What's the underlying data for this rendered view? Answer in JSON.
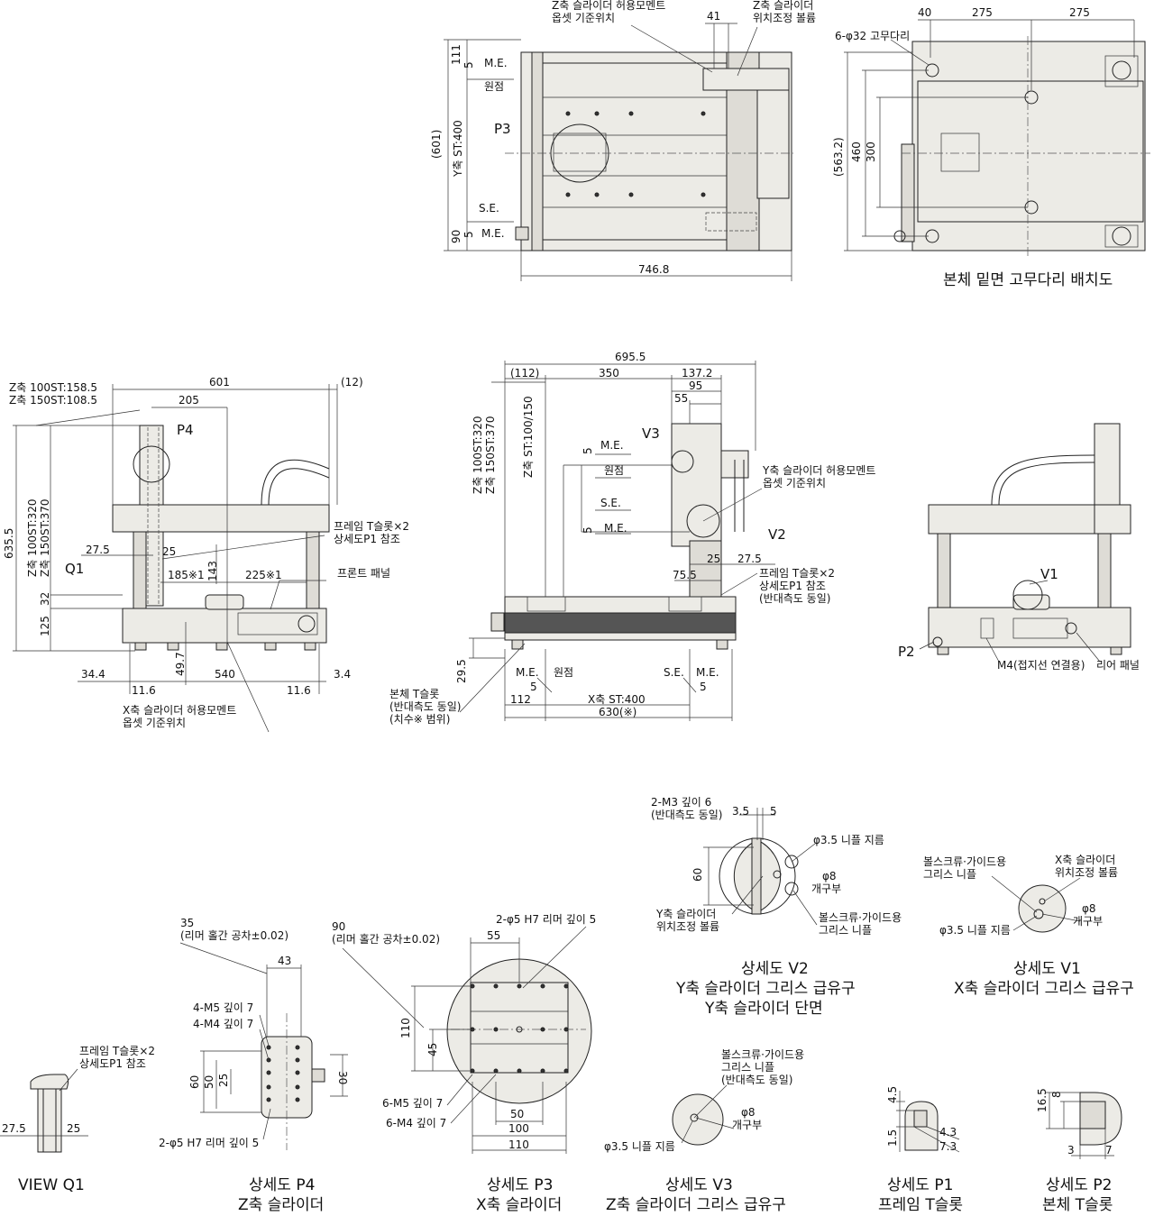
{
  "top_view": {
    "callout_z_moment": [
      "Z축 슬라이더 허용모멘트",
      "옵셋 기준위치"
    ],
    "callout_z_adjust": [
      "Z축 슬라이더",
      "위치조정 볼륨"
    ],
    "dim_41": "41",
    "dim_111": "111",
    "dim_5a": "5",
    "dim_5b": "5",
    "dim_90": "90",
    "dim_601": "(601)",
    "y_stroke": "Y축 ST:400",
    "me": "M.E.",
    "origin": "원점",
    "se": "S.E.",
    "p3": "P3",
    "width_746": "746.8"
  },
  "bottom_view": {
    "rubber_feet": "6-φ32 고무다리",
    "dim_40": "40",
    "dim_275a": "275",
    "dim_275b": "275",
    "dim_563": "(563.2)",
    "dim_460": "460",
    "dim_300": "300",
    "caption": "본체 밑면 고무다리 배치도"
  },
  "side_view": {
    "z100": "Z축 100ST:158.5",
    "z150": "Z축 150ST:108.5",
    "dim_601": "601",
    "dim_12": "(12)",
    "dim_205": "205",
    "p4": "P4",
    "dim_635": "635.5",
    "z_st": [
      "Z축 100ST:320",
      "Z축 150ST:370"
    ],
    "tslot": [
      "프레임 T슬롯×2",
      "상세도P1 참조"
    ],
    "dim_27_5": "27.5",
    "dim_25": "25",
    "q1": "Q1",
    "dim_143": "143",
    "dim_185": "185※1",
    "dim_225": "225※1",
    "front_panel": "프론트 패널",
    "dim_32": "32",
    "dim_125": "125",
    "dim_49_7": "49.7",
    "dim_34_4": "34.4",
    "dim_540": "540",
    "dim_3_4": "3.4",
    "dim_11_6a": "11.6",
    "dim_11_6b": "11.6",
    "x_moment": [
      "X축 슬라이더 허용모멘트",
      "옵셋 기준위치"
    ]
  },
  "front_view": {
    "dim_695": "695.5",
    "dim_112p": "(112)",
    "dim_350": "350",
    "dim_137": "137.2",
    "dim_95": "95",
    "dim_55": "55",
    "z_st_a": "Z축 100ST:320",
    "z_st_b": "Z축 150ST:370",
    "z_stroke": "Z축 ST:100/150",
    "me": "M.E.",
    "origin": "원점",
    "se": "S.E.",
    "me2": "M.E.",
    "dim_5a": "5",
    "dim_5b": "5",
    "v3": "V3",
    "v2": "V2",
    "y_moment": [
      "Y축 슬라이더 허용모멘트",
      "옵셋 기준위치"
    ],
    "dim_25": "25",
    "dim_27_5": "27.5",
    "dim_75_5": "75.5",
    "tslot": [
      "프레임 T슬롯×2",
      "상세도P1 참조",
      "(반대측도 동일)"
    ],
    "dim_29_5": "29.5",
    "body_tslot": [
      "본체 T슬롯",
      "(반대측도 동일)",
      "(치수※ 범위)"
    ],
    "me_b": "M.E.",
    "origin_b": "원점",
    "se_b": "S.E.",
    "me_b2": "M.E.",
    "dim_5c": "5",
    "dim_5d": "5",
    "dim_112": "112",
    "x_stroke": "X축 ST:400",
    "dim_630": "630(※)"
  },
  "rear_view": {
    "v1": "V1",
    "p2": "P2",
    "m4": "M4(접지선 연결용)",
    "rear_panel": "리어 패널"
  },
  "detail_v2": {
    "m3": [
      "2-M3 깊이 6",
      "(반대측도 동일)"
    ],
    "dim_3_5": "3.5",
    "dim_5": "5",
    "dim_60": "60",
    "nipple": "φ3.5 니플 지름",
    "phi8": "φ8",
    "opening": "개구부",
    "ball": [
      "볼스크류·가이드용",
      "그리스 니플"
    ],
    "y_adjust": [
      "Y축 슬라이더",
      "위치조정 볼륨"
    ],
    "caption": [
      "상세도 V2",
      "Y축 슬라이더 그리스 급유구",
      "Y축 슬라이더 단면"
    ]
  },
  "detail_v1": {
    "ball": [
      "볼스크류·가이드용",
      "그리스 니플"
    ],
    "x_adjust": [
      "X축 슬라이더",
      "위치조정 볼륨"
    ],
    "phi8": "φ8",
    "opening": "개구부",
    "nipple": "φ3.5 니플 지름",
    "caption": [
      "상세도 V1",
      "X축 슬라이더 그리스 급유구"
    ]
  },
  "detail_q1": {
    "tslot": [
      "프레임 T슬롯×2",
      "상세도P1 참조"
    ],
    "dim_27_5": "27.5",
    "dim_25": "25",
    "caption": "VIEW Q1"
  },
  "detail_p4": {
    "note35": [
      "35",
      "(리머 홀간 공차±0.02)"
    ],
    "dim_43": "43",
    "m5": "4-M5 깊이 7",
    "m4": "4-M4 깊이 7",
    "dim_60": "60",
    "dim_50": "50",
    "dim_25": "25",
    "dim_30": "30",
    "reamer": "2-φ5 H7 리머 깊이 5",
    "caption": [
      "상세도 P4",
      "Z축 슬라이더"
    ]
  },
  "detail_p3": {
    "note90": [
      "90",
      "(리머 홀간 공차±0.02)"
    ],
    "reamer": "2-φ5 H7 리머 깊이 5",
    "dim_55": "55",
    "dim_110v": "110",
    "dim_45": "45",
    "m5": "6-M5 깊이 7",
    "m4": "6-M4 깊이 7",
    "dim_50": "50",
    "dim_100": "100",
    "dim_110h": "110",
    "caption": [
      "상세도 P3",
      "X축 슬라이더"
    ]
  },
  "detail_v3": {
    "ball": [
      "볼스크류·가이드용",
      "그리스 니플",
      "(반대측도 동일)"
    ],
    "phi8": "φ8",
    "opening": "개구부",
    "nipple": "φ3.5 니플 지름",
    "caption": [
      "상세도 V3",
      "Z축 슬라이더 그리스 급유구"
    ]
  },
  "detail_p1": {
    "dim_4_5": "4.5",
    "dim_1_5": "1.5",
    "dim_4_3": "4.3",
    "dim_7_3": "7.3",
    "caption": [
      "상세도 P1",
      "프레임 T슬롯"
    ]
  },
  "detail_p2": {
    "dim_16_5": "16.5",
    "dim_8": "8",
    "dim_3": "3",
    "dim_7": "7",
    "caption": [
      "상세도 P2",
      "본체 T슬롯"
    ]
  }
}
